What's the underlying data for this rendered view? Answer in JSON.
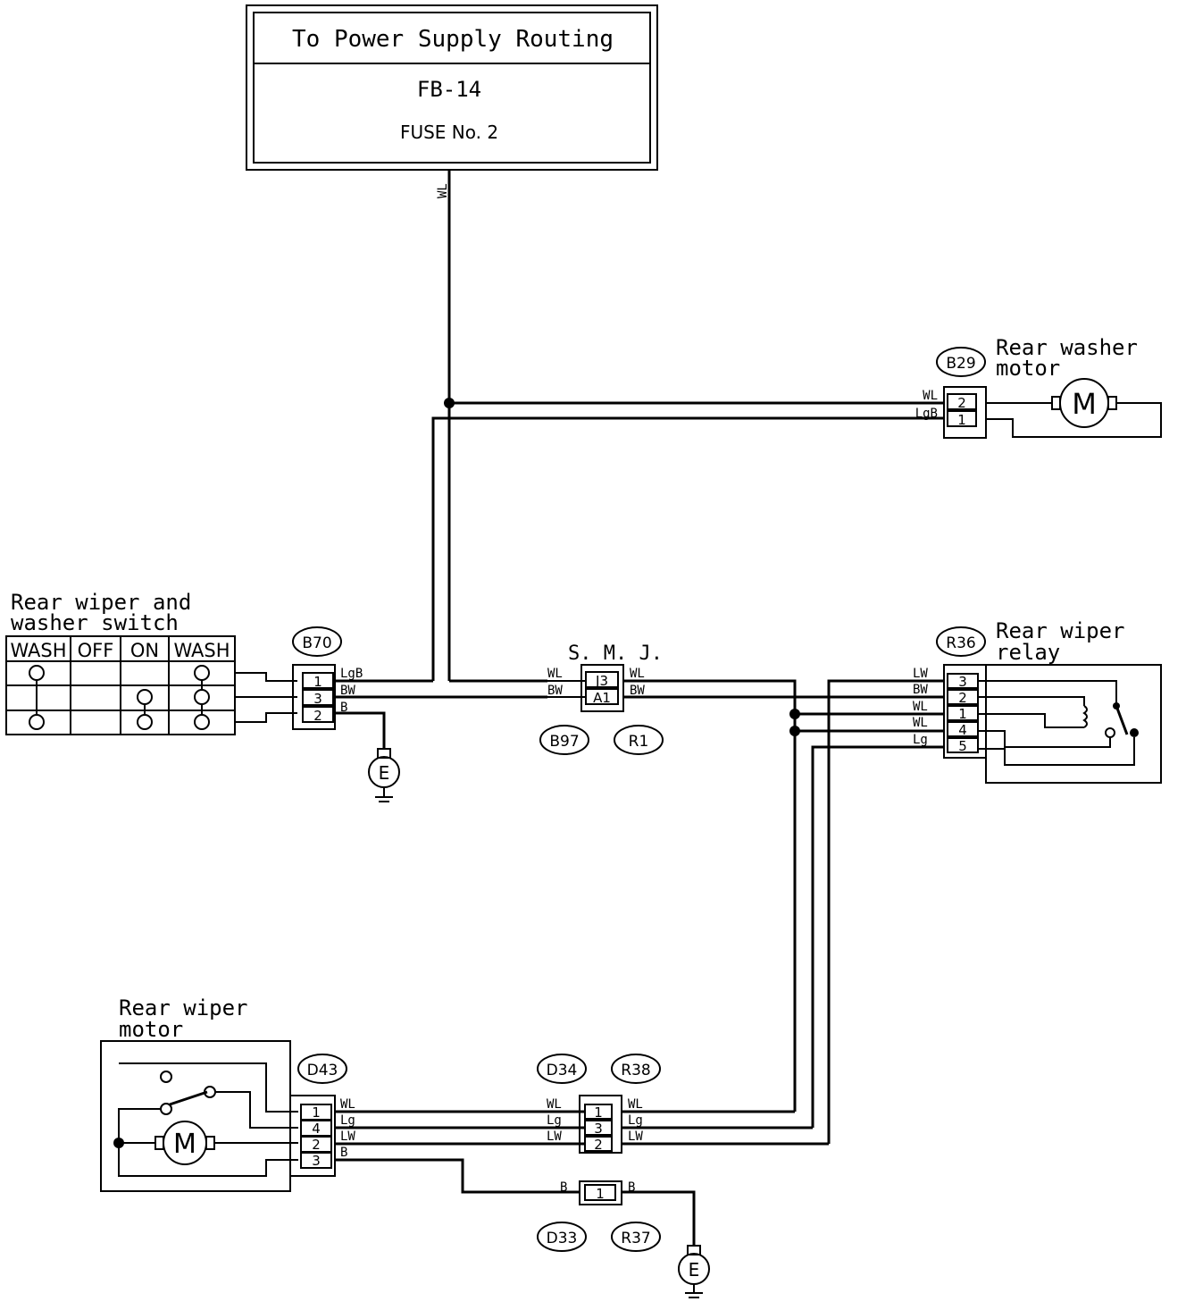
{
  "power_box": {
    "title": "To Power Supply Routing",
    "code": "FB-14",
    "fuse": "FUSE No. 2"
  },
  "wire_colors": {
    "main_feed": "WL",
    "wl": "WL",
    "lgb": "LgB",
    "bw": "BW",
    "b": "B",
    "lw": "LW",
    "lg": "Lg"
  },
  "components": {
    "rear_washer_motor": {
      "label_line1": "Rear washer",
      "label_line2": "motor",
      "connector": "B29",
      "motor_symbol": "M"
    },
    "rear_wiper_relay": {
      "label_line1": "Rear wiper",
      "label_line2": "relay",
      "connector": "R36"
    },
    "switch": {
      "label_line1": "Rear wiper and",
      "label_line2": "washer switch",
      "connector": "B70",
      "positions": [
        "WASH",
        "OFF",
        "ON",
        "WASH"
      ]
    },
    "smj": {
      "label": "S. M. J.",
      "pin_top": "J3",
      "pin_bottom": "A1",
      "connector_left": "B97",
      "connector_right": "R1"
    },
    "rear_wiper_motor": {
      "label_line1": "Rear wiper",
      "label_line2": "motor",
      "connector": "D43",
      "motor_symbol": "M"
    },
    "junction_d34": {
      "connector_left": "D34",
      "connector_right": "R38"
    },
    "junction_d33": {
      "connector_left": "D33",
      "connector_right": "R37",
      "pin": "1"
    },
    "ground": {
      "symbol": "E"
    }
  },
  "pins": {
    "b29": [
      "2",
      "1"
    ],
    "b70": [
      "1",
      "3",
      "2"
    ],
    "r36": [
      "3",
      "2",
      "1",
      "4",
      "5"
    ],
    "d43": [
      "1",
      "4",
      "2",
      "3"
    ],
    "d34": [
      "1",
      "3",
      "2"
    ]
  }
}
